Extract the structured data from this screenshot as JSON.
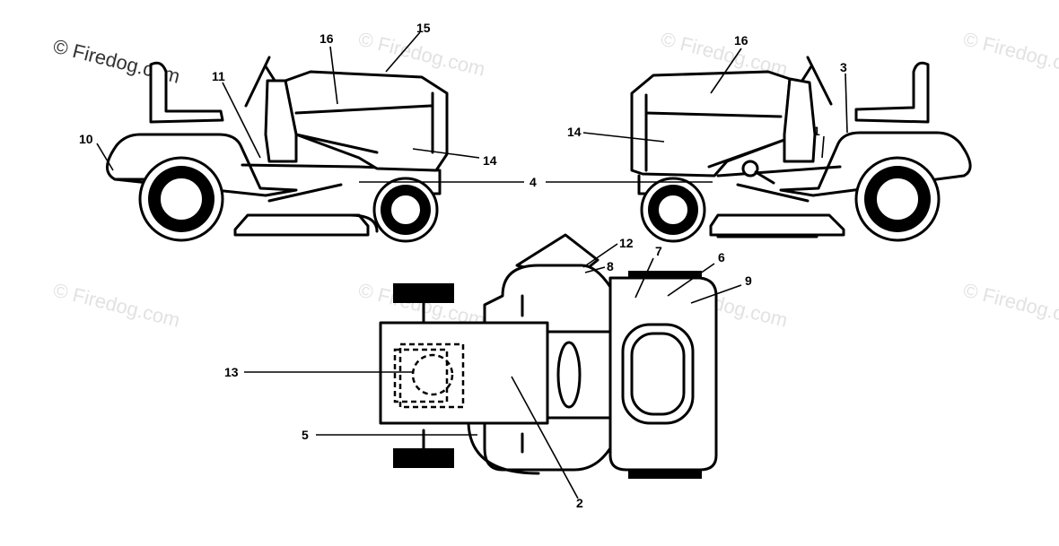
{
  "watermark": {
    "text": "© Firedog.com"
  },
  "callouts": {
    "c1": "1",
    "c2": "2",
    "c3": "3",
    "c4": "4",
    "c5": "5",
    "c6": "6",
    "c7": "7",
    "c8": "8",
    "c9": "9",
    "c10": "10",
    "c11": "11",
    "c12": "12",
    "c13": "13",
    "c14a": "14",
    "c14b": "14",
    "c15": "15",
    "c16a": "16",
    "c16b": "16"
  }
}
